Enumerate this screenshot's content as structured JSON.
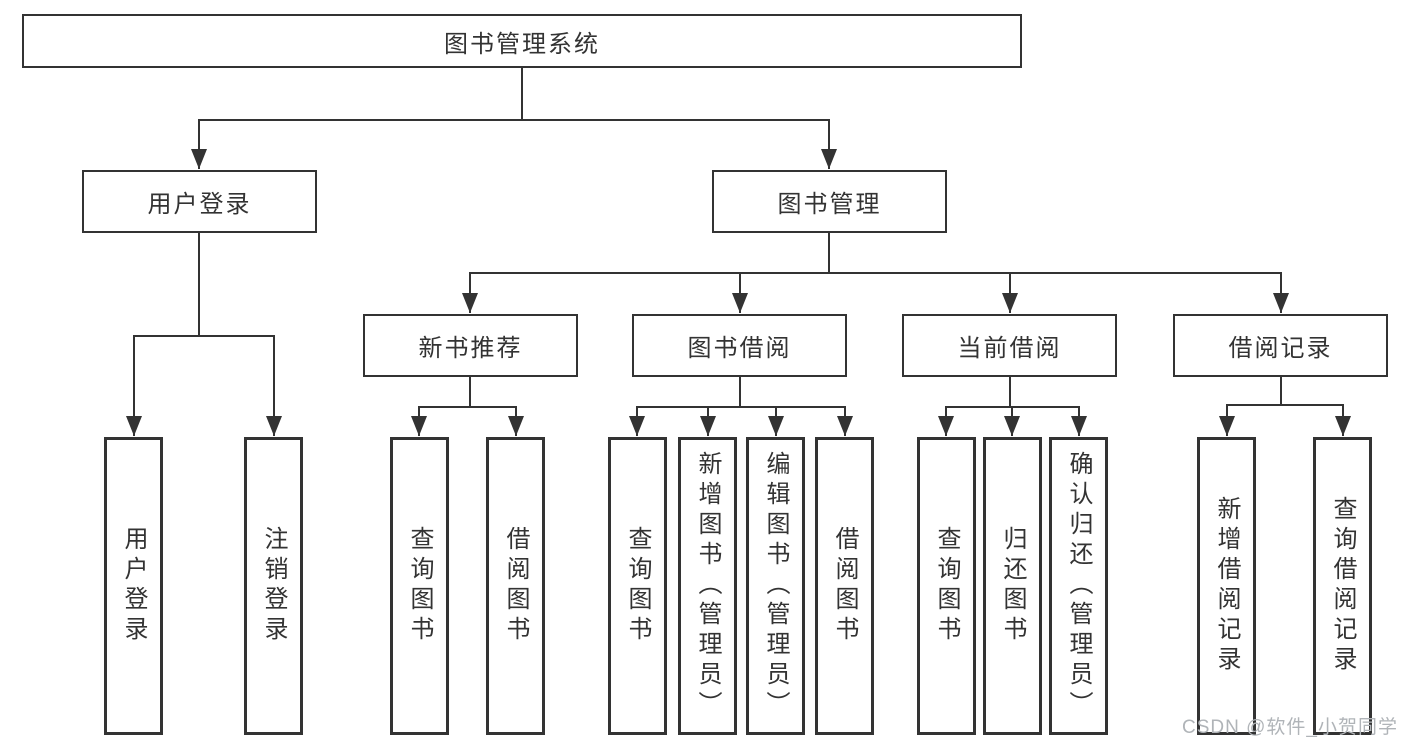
{
  "diagram": {
    "type": "tree",
    "colors": {
      "line": "#333333",
      "text": "#333333",
      "box_background": "#ffffff",
      "watermark_text": "#b0b4b8"
    },
    "tree": {
      "label": "图书管理系统",
      "children": [
        {
          "label": "用户登录",
          "children": [
            {
              "label": "用户登录"
            },
            {
              "label": "注销登录"
            }
          ]
        },
        {
          "label": "图书管理",
          "children": [
            {
              "label": "新书推荐",
              "children": [
                {
                  "label": "查询图书"
                },
                {
                  "label": "借阅图书"
                }
              ]
            },
            {
              "label": "图书借阅",
              "children": [
                {
                  "label": "查询图书"
                },
                {
                  "label": "新增图书（管理员）"
                },
                {
                  "label": "编辑图书（管理员）"
                },
                {
                  "label": "借阅图书"
                }
              ]
            },
            {
              "label": "当前借阅",
              "children": [
                {
                  "label": "查询图书"
                },
                {
                  "label": "归还图书"
                },
                {
                  "label": "确认归还（管理员）"
                }
              ]
            },
            {
              "label": "借阅记录",
              "children": [
                {
                  "label": "新增借阅记录"
                },
                {
                  "label": "查询借阅记录"
                }
              ]
            }
          ]
        }
      ]
    },
    "watermark": "CSDN @软件_小贺同学"
  }
}
